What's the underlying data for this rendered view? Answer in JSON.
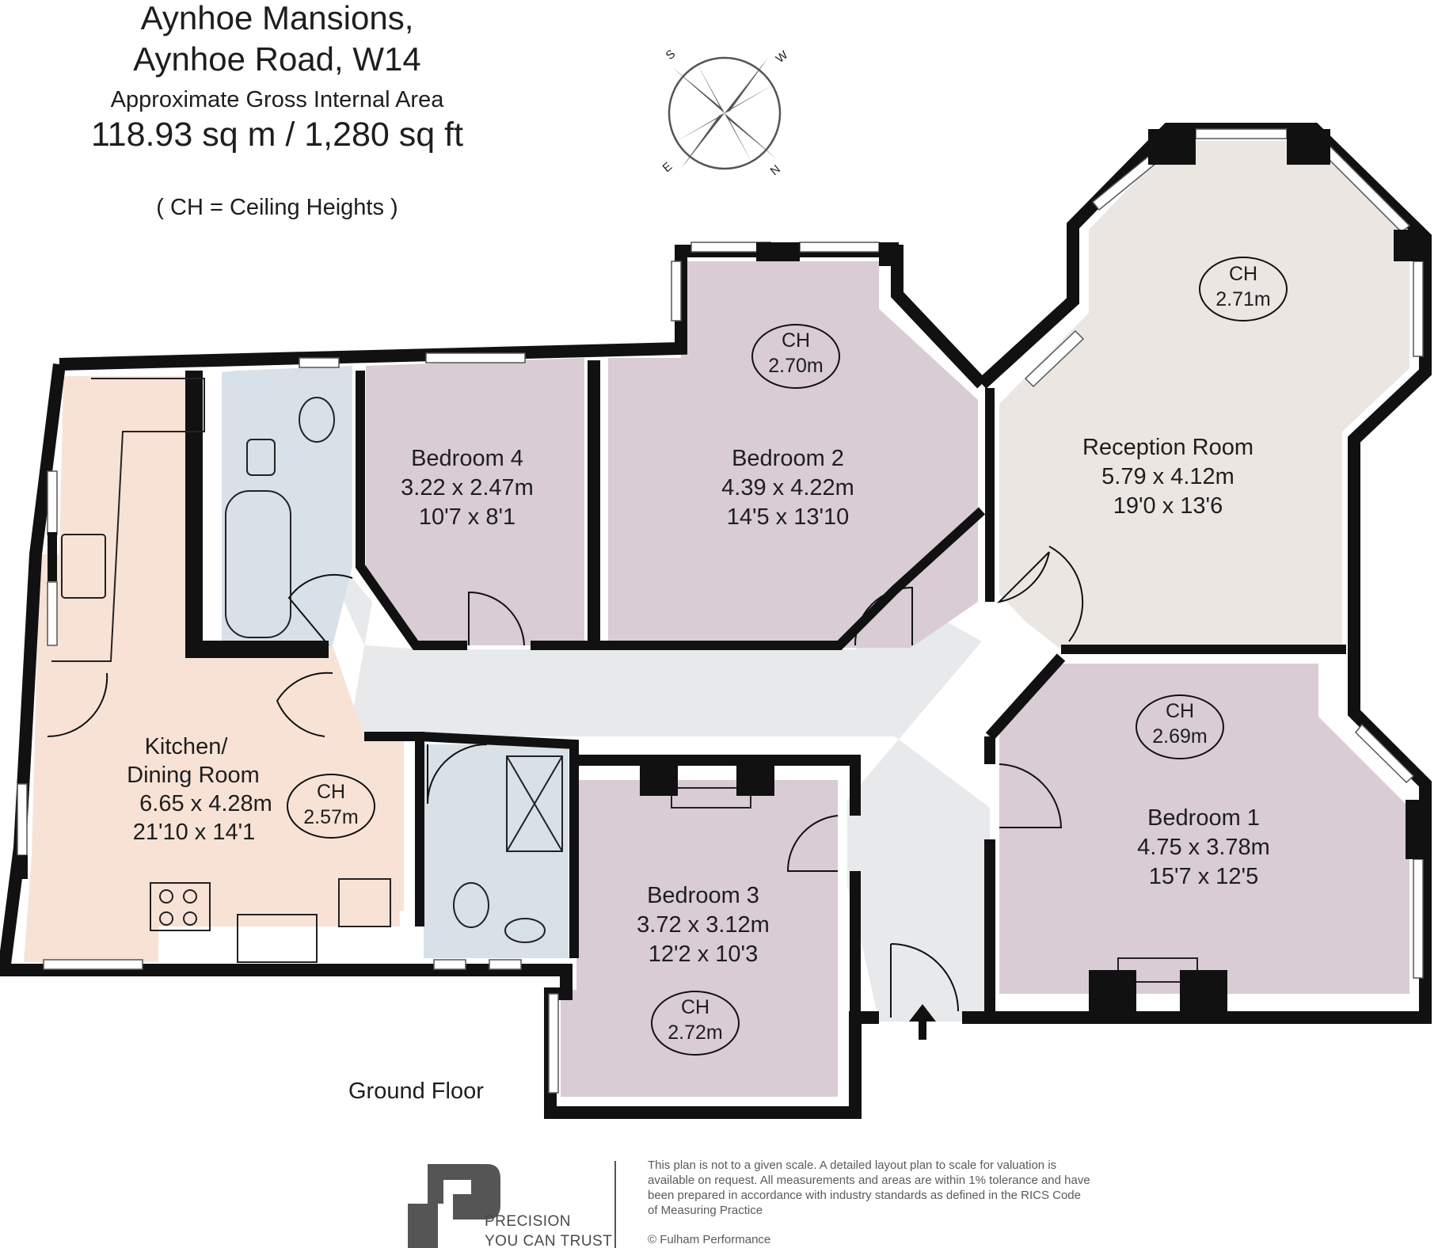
{
  "header": {
    "title_line1": "Aynhoe Mansions,",
    "title_line2": "Aynhoe Road, W14",
    "area_label": "Approximate Gross Internal Area",
    "area_value": "118.93 sq m  /  1,280 sq ft",
    "ch_legend": "( CH = Ceiling Heights )"
  },
  "compass": {
    "labels": [
      "S",
      "W",
      "E",
      "N"
    ]
  },
  "rooms": {
    "kitchen": {
      "name1": "Kitchen/",
      "name2": "Dining Room",
      "metric": "6.65 x 4.28m",
      "imperial": "21'10 x 14'1",
      "ch_label": "CH",
      "ch_value": "2.57m"
    },
    "bedroom4": {
      "name": "Bedroom 4",
      "metric": "3.22 x 2.47m",
      "imperial": "10'7 x 8'1"
    },
    "bedroom2": {
      "name": "Bedroom 2",
      "metric": "4.39 x 4.22m",
      "imperial": "14'5 x 13'10",
      "ch_label": "CH",
      "ch_value": "2.70m"
    },
    "reception": {
      "name": "Reception Room",
      "metric": "5.79 x 4.12m",
      "imperial": "19'0 x 13'6",
      "ch_label": "CH",
      "ch_value": "2.71m"
    },
    "bedroom1": {
      "name": "Bedroom 1",
      "metric": "4.75 x 3.78m",
      "imperial": "15'7 x 12'5",
      "ch_label": "CH",
      "ch_value": "2.69m"
    },
    "bedroom3": {
      "name": "Bedroom 3",
      "metric": "3.72 x 3.12m",
      "imperial": "12'2 x 10'3",
      "ch_label": "CH",
      "ch_value": "2.72m"
    }
  },
  "floor_label": "Ground Floor",
  "footer": {
    "logo_line1": "PRECISION",
    "logo_line2": "YOU CAN TRUST",
    "disclaimer": "This plan is not to a given scale. A detailed layout plan to scale for valuation is available on request. All measurements and areas are within 1% tolerance and have been prepared in accordance with industry standards as defined in the RICS Code of Measuring Practice",
    "copyright": "© Fulham Performance"
  },
  "colors": {
    "wall": "#111111",
    "bedroom_fill": "#d9ccd4",
    "kitchen_fill": "#f8e2d6",
    "reception_fill": "#ebe6e2",
    "bathroom_fill": "#d8e0e8",
    "hall_fill": "#e8e9eb",
    "window": "#ffffff"
  }
}
